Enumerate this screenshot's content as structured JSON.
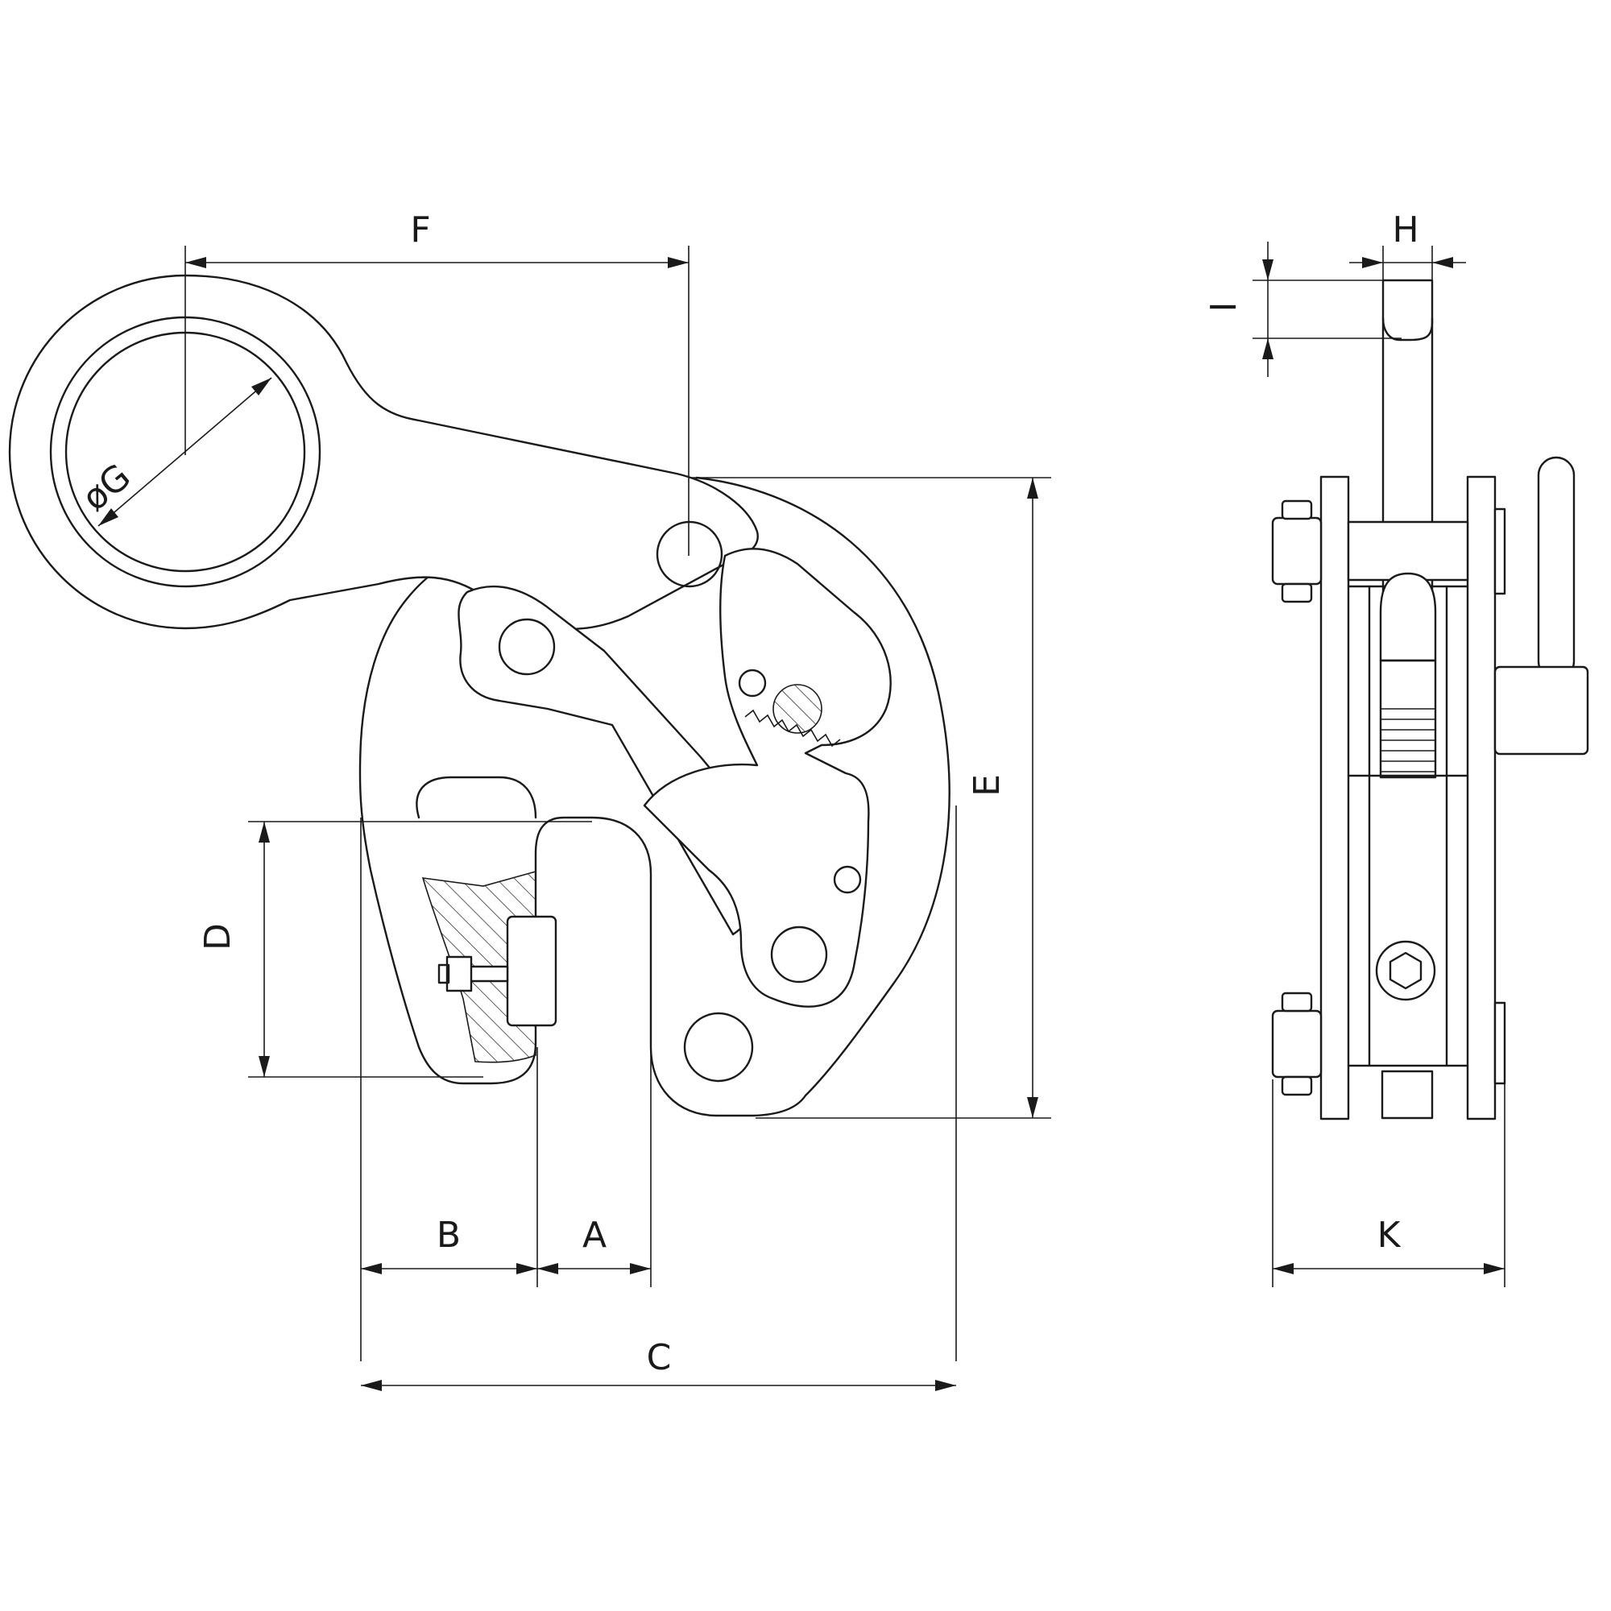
{
  "drawing": {
    "labels": {
      "A": "A",
      "B": "B",
      "C": "C",
      "D": "D",
      "E": "E",
      "F": "F",
      "G": "øG",
      "H": "H",
      "I": "I",
      "K": "K"
    },
    "line_color": "#1a1a1a"
  }
}
